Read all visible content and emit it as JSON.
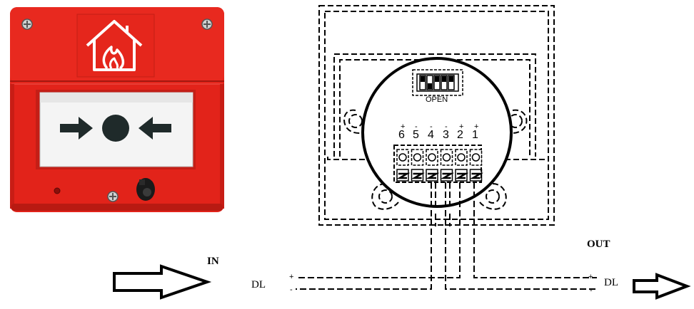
{
  "colors": {
    "device_red": "#e2231a",
    "device_red_dark": "#b81a12",
    "window_white": "#f4f4f4",
    "symbol_dark": "#1f2a2a"
  },
  "device": {
    "top_icon": "house-fire-icon",
    "window_icon": "arrows-pointing-to-dot-icon"
  },
  "diagram": {
    "dip_label": "OPEN",
    "terminals": [
      {
        "number": "6",
        "polarity": "+"
      },
      {
        "number": "5",
        "polarity": "-"
      },
      {
        "number": "4",
        "polarity": "-"
      },
      {
        "number": "3",
        "polarity": "-"
      },
      {
        "number": "2",
        "polarity": "+"
      },
      {
        "number": "1",
        "polarity": "+"
      }
    ],
    "in_label": "IN",
    "out_label": "OUT",
    "dl_left": "DL",
    "dl_right": "DL",
    "left_plus": "+",
    "left_minus": "-",
    "right_plus": "+",
    "right_minus": "-"
  }
}
